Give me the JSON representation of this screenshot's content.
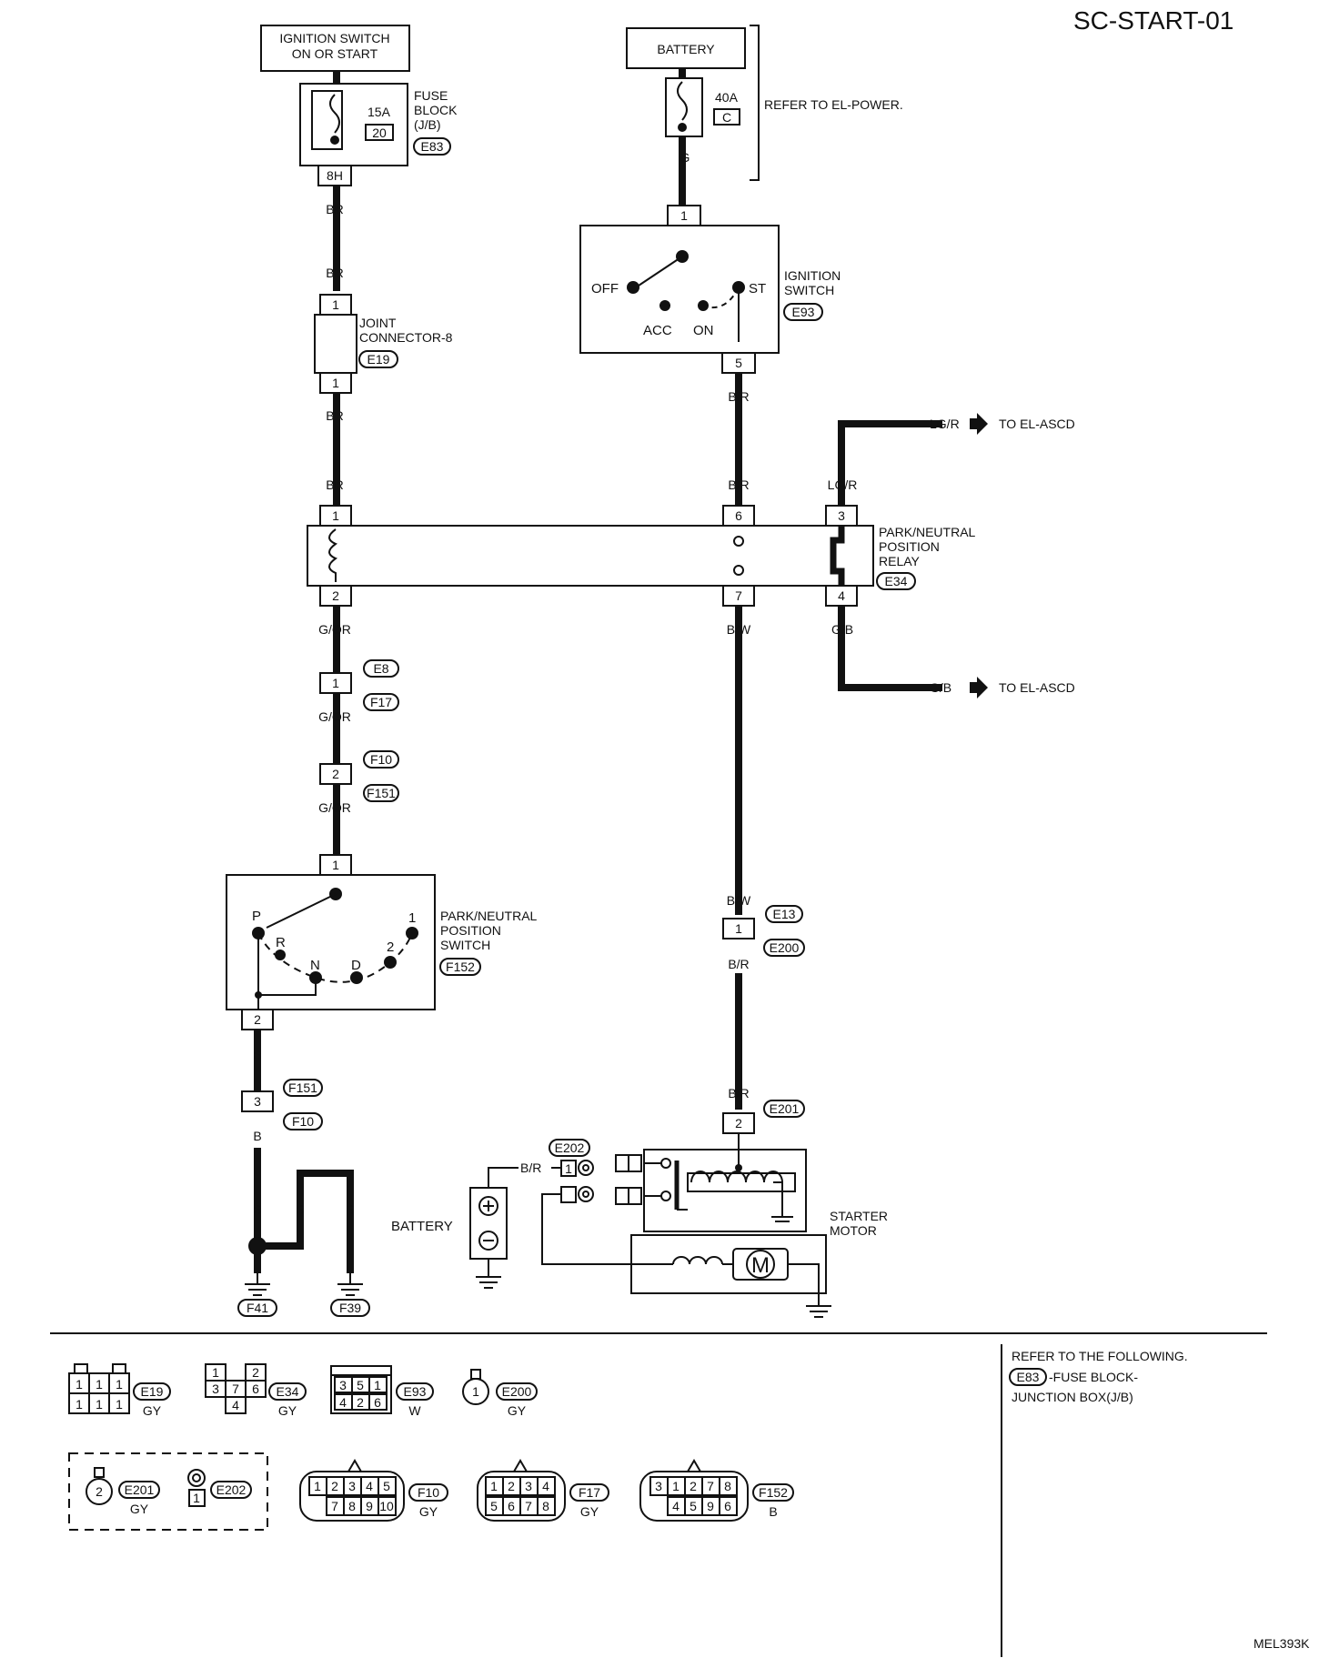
{
  "diagram_id": "SC-START-01",
  "ref_code": "MEL393K",
  "components": {
    "ign_switch_label_1": "IGNITION SWITCH",
    "ign_switch_label_2": "ON OR START",
    "battery_top": "BATTERY",
    "fuse_block_1": "FUSE",
    "fuse_block_2": "BLOCK",
    "fuse_block_3": "(J/B)",
    "fuse_block_conn": "E83",
    "fuse_15a": "15A",
    "fuse_15a_num": "20",
    "fuse_40a": "40A",
    "fuse_40a_letter": "C",
    "refer_el_power": "REFER TO EL-POWER.",
    "joint_conn_1": "JOINT",
    "joint_conn_2": "CONNECTOR-8",
    "joint_conn_code": "E19",
    "ign_sw_1": "IGNITION",
    "ign_sw_2": "SWITCH",
    "ign_sw_code": "E93",
    "pos_off": "OFF",
    "pos_acc": "ACC",
    "pos_on": "ON",
    "pos_st": "ST",
    "relay_1": "PARK/NEUTRAL",
    "relay_2": "POSITION",
    "relay_3": "RELAY",
    "relay_code": "E34",
    "pnp_sw_1": "PARK/NEUTRAL",
    "pnp_sw_2": "POSITION",
    "pnp_sw_3": "SWITCH",
    "pnp_sw_code": "F152",
    "gear_p": "P",
    "gear_r": "R",
    "gear_n": "N",
    "gear_d": "D",
    "gear_2": "2",
    "gear_1": "1",
    "battery_bottom": "BATTERY",
    "starter_1": "STARTER",
    "starter_2": "MOTOR",
    "motor_m": "M",
    "to_el_ascd": "TO EL-ASCD"
  },
  "wires": {
    "br": "BR",
    "g": "G",
    "br_slash_r": "B/R",
    "lg_r": "LG/R",
    "g_or": "G/OR",
    "b_w": "B/W",
    "g_b": "G/B",
    "b": "B"
  },
  "pins": {
    "p8h": "8H",
    "p1": "1",
    "p2": "2",
    "p3": "3",
    "p4": "4",
    "p5": "5",
    "p6": "6",
    "p7": "7"
  },
  "connectors": {
    "e8": "E8",
    "f17": "F17",
    "f10": "F10",
    "f151": "F151",
    "e13": "E13",
    "e200": "E200",
    "e201": "E201",
    "e202": "E202",
    "f41": "F41",
    "f39": "F39"
  },
  "legend": {
    "e19": {
      "code": "E19",
      "color": "GY",
      "row1": [
        "1",
        "1",
        "1"
      ],
      "row2": [
        "1",
        "1",
        "1"
      ]
    },
    "e34": {
      "code": "E34",
      "color": "GY",
      "top": [
        "1",
        "2"
      ],
      "mid": [
        "3",
        "7",
        "6"
      ],
      "bot": [
        "4"
      ]
    },
    "e93": {
      "code": "E93",
      "color": "W",
      "row1": [
        "3",
        "5",
        "1"
      ],
      "row2": [
        "4",
        "2",
        "6"
      ]
    },
    "e200": {
      "code": "E200",
      "color": "GY",
      "pin": "1"
    },
    "e201": {
      "code": "E201",
      "color": "GY",
      "pin": "2"
    },
    "e202": {
      "code": "E202",
      "pin": "1"
    },
    "f10": {
      "code": "F10",
      "color": "GY",
      "row1": [
        "1",
        "2",
        "3",
        "4",
        "5"
      ],
      "row2": [
        "7",
        "8",
        "9",
        "10"
      ]
    },
    "f17": {
      "code": "F17",
      "color": "GY",
      "row1": [
        "1",
        "2",
        "3",
        "4"
      ],
      "row2": [
        "5",
        "6",
        "7",
        "8"
      ]
    },
    "f152": {
      "code": "F152",
      "color": "B",
      "row1": [
        "3",
        "1",
        "2",
        "7",
        "8"
      ],
      "row2": [
        "4",
        "5",
        "9",
        "6"
      ]
    }
  },
  "refer_note": {
    "line1": "REFER TO THE FOLLOWING.",
    "code": "E83",
    "line2": "-FUSE BLOCK-",
    "line3": "JUNCTION BOX(J/B)"
  }
}
